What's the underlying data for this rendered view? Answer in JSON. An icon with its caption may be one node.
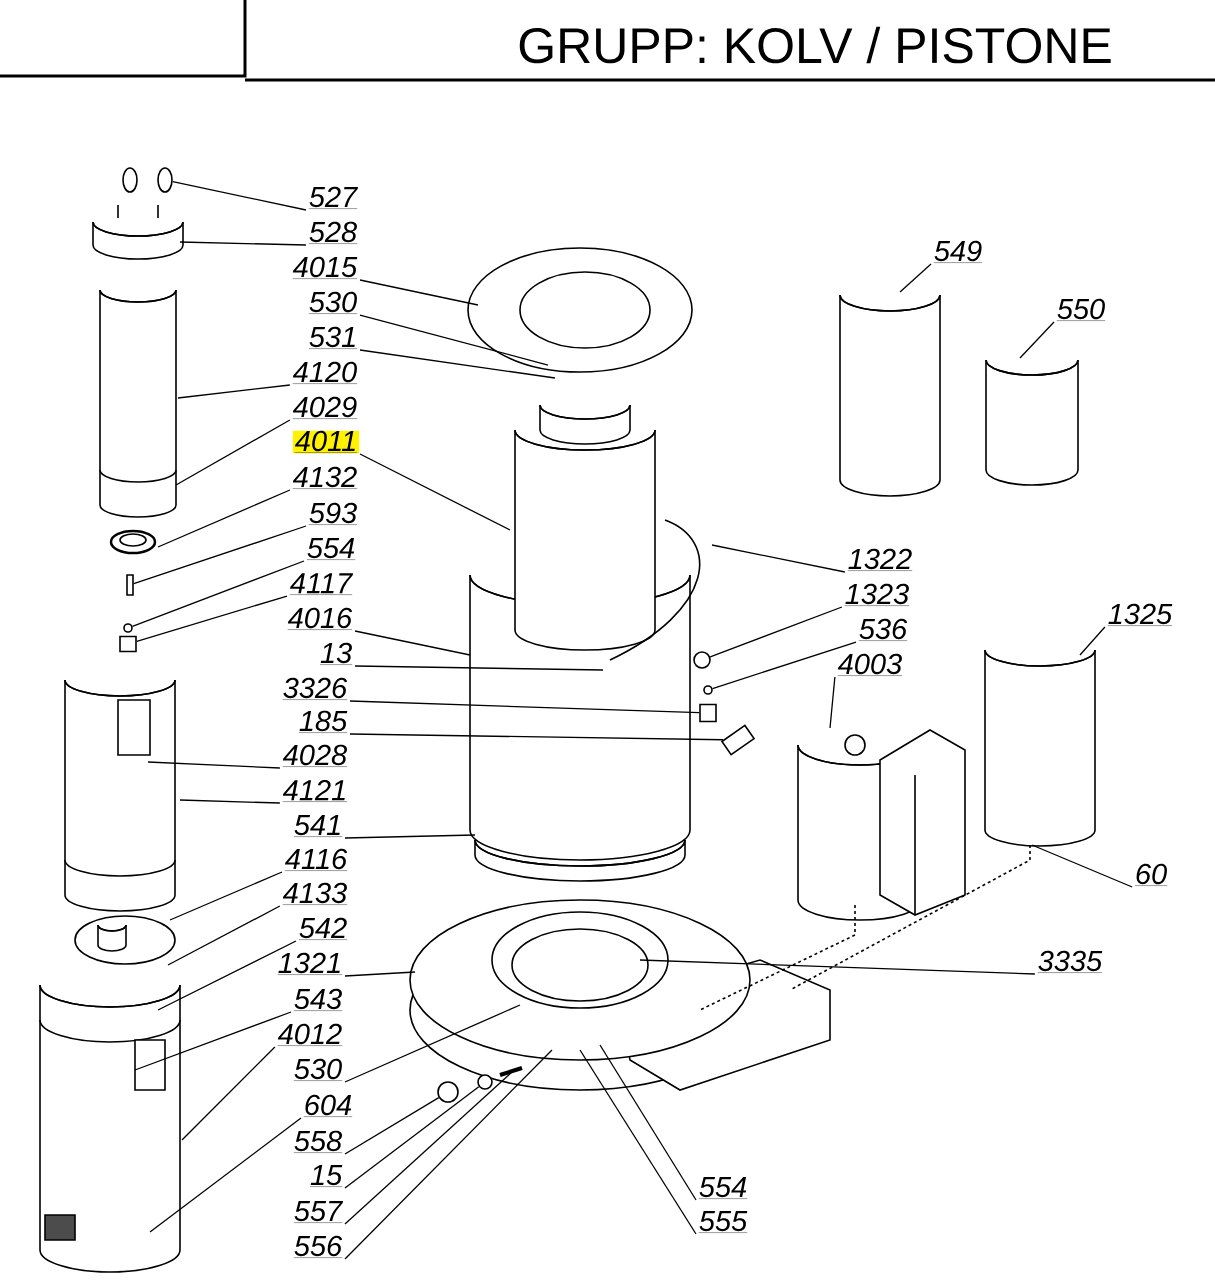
{
  "diagram": {
    "title": "GRUPP: KOLV / PISTONE",
    "nodes": [
      {
        "text": [
          "527"
        ]
      },
      {
        "text": [
          "528"
        ]
      },
      {
        "text": [
          "4015"
        ]
      },
      {
        "text": [
          "530"
        ]
      },
      {
        "text": [
          "531"
        ]
      },
      {
        "text": [
          "4120"
        ]
      },
      {
        "text": [
          "4029"
        ]
      },
      {
        "text": [
          "4011"
        ]
      },
      {
        "text": [
          "4132"
        ]
      },
      {
        "text": [
          "593"
        ]
      },
      {
        "text": [
          "554"
        ]
      },
      {
        "text": [
          "4117"
        ]
      },
      {
        "text": [
          "4016"
        ]
      },
      {
        "text": [
          "13"
        ]
      },
      {
        "text": [
          "3326"
        ]
      },
      {
        "text": [
          "185"
        ]
      },
      {
        "text": [
          "4028"
        ]
      },
      {
        "text": [
          "4121"
        ]
      },
      {
        "text": [
          "541"
        ]
      },
      {
        "text": [
          "4116"
        ]
      },
      {
        "text": [
          "4133"
        ]
      },
      {
        "text": [
          "542"
        ]
      },
      {
        "text": [
          "1321"
        ]
      },
      {
        "text": [
          "543"
        ]
      },
      {
        "text": [
          "4012"
        ]
      },
      {
        "text": [
          "530"
        ]
      },
      {
        "text": [
          "604"
        ]
      },
      {
        "text": [
          "558"
        ]
      },
      {
        "text": [
          "15"
        ]
      },
      {
        "text": [
          "557"
        ]
      },
      {
        "text": [
          "556"
        ]
      },
      {
        "text": [
          "549"
        ]
      },
      {
        "text": [
          "550"
        ]
      },
      {
        "text": [
          "1322"
        ]
      },
      {
        "text": [
          "1323"
        ]
      },
      {
        "text": [
          "536"
        ]
      },
      {
        "text": [
          "4003"
        ]
      },
      {
        "text": [
          "1325"
        ]
      },
      {
        "text": [
          "60"
        ]
      },
      {
        "text": [
          "3335"
        ]
      },
      {
        "text": [
          "554"
        ]
      },
      {
        "text": [
          "555"
        ]
      },
      {
        "text": [],
        "shape": "circle"
      },
      {
        "text": [],
        "shape": "bar"
      },
      {
        "text": [],
        "shape": "circle"
      },
      {
        "text": [],
        "shape": "box"
      },
      {
        "text": [],
        "shape": "box"
      },
      {
        "text": [],
        "shape": "circle"
      },
      {
        "text": [],
        "shape": "circle"
      },
      {
        "text": [],
        "shape": "circle"
      },
      {
        "text": [],
        "shape": "circle"
      },
      {
        "text": [],
        "shape": "box"
      }
    ],
    "edges": [
      {
        "from": 0,
        "to": 42,
        "arrow": "none"
      },
      {
        "from": 1,
        "to": null,
        "arrow": "none"
      },
      {
        "from": 2,
        "to": null,
        "arrow": "none"
      },
      {
        "from": 3,
        "to": null,
        "arrow": "none"
      },
      {
        "from": 4,
        "to": null,
        "arrow": "none"
      },
      {
        "from": 5,
        "to": null,
        "arrow": "none"
      },
      {
        "from": 6,
        "to": null,
        "arrow": "none"
      },
      {
        "from": 7,
        "to": null,
        "arrow": "none"
      },
      {
        "from": 8,
        "to": null,
        "arrow": "none"
      },
      {
        "from": 9,
        "to": 43,
        "arrow": "none"
      },
      {
        "from": 10,
        "to": 44,
        "arrow": "none"
      },
      {
        "from": 11,
        "to": 45,
        "arrow": "none"
      },
      {
        "from": 12,
        "to": null,
        "arrow": "none"
      },
      {
        "from": 13,
        "to": null,
        "arrow": "none"
      },
      {
        "from": 14,
        "to": 46,
        "arrow": "none"
      },
      {
        "from": 15,
        "to": 51,
        "arrow": "none"
      },
      {
        "from": 16,
        "to": null,
        "arrow": "none"
      },
      {
        "from": 17,
        "to": null,
        "arrow": "none"
      },
      {
        "from": 18,
        "to": null,
        "arrow": "none"
      },
      {
        "from": 19,
        "to": null,
        "arrow": "none"
      },
      {
        "from": 20,
        "to": null,
        "arrow": "none"
      },
      {
        "from": 21,
        "to": null,
        "arrow": "none"
      },
      {
        "from": 22,
        "to": null,
        "arrow": "none"
      },
      {
        "from": 23,
        "to": null,
        "arrow": "none"
      },
      {
        "from": 24,
        "to": null,
        "arrow": "none"
      },
      {
        "from": 25,
        "to": null,
        "arrow": "none"
      },
      {
        "from": 26,
        "to": null,
        "arrow": "none"
      },
      {
        "from": 27,
        "to": 47,
        "arrow": "none"
      },
      {
        "from": 28,
        "to": 48,
        "arrow": "none"
      },
      {
        "from": 29,
        "to": null,
        "arrow": "none"
      },
      {
        "from": 30,
        "to": null,
        "arrow": "none"
      },
      {
        "from": 31,
        "to": null,
        "arrow": "none"
      },
      {
        "from": 32,
        "to": null,
        "arrow": "none"
      },
      {
        "from": 33,
        "to": null,
        "arrow": "none"
      },
      {
        "from": 34,
        "to": 49,
        "arrow": "none"
      },
      {
        "from": 35,
        "to": 50,
        "arrow": "none"
      },
      {
        "from": 36,
        "to": null,
        "arrow": "none"
      },
      {
        "from": 37,
        "to": null,
        "arrow": "none"
      },
      {
        "from": 38,
        "to": null,
        "arrow": "none"
      },
      {
        "from": 39,
        "to": null,
        "arrow": "none"
      },
      {
        "from": 40,
        "to": null,
        "arrow": "none"
      },
      {
        "from": 41,
        "to": null,
        "arrow": "none"
      }
    ]
  }
}
